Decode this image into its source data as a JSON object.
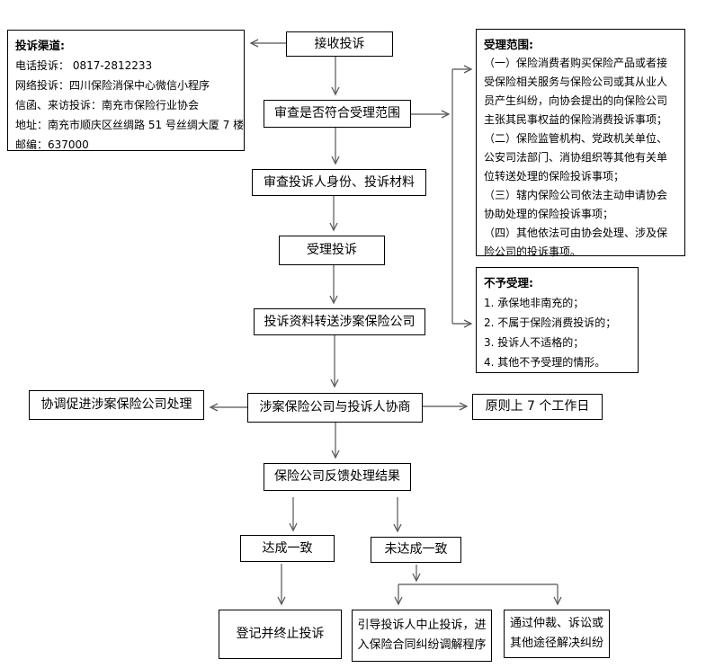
{
  "channels_box": {
    "title": "投诉渠道:",
    "lines": [
      "电话投诉： 0817-2812233",
      "网络投诉：四川保险消保中心微信小程序",
      "信函、来访投诉：南充市保险行业协会",
      "地址：南充市顺庆区丝绸路 51 号丝绸大厦 7 楼",
      "邮编：637000"
    ]
  },
  "scope_box": {
    "title": "受理范围:",
    "items": [
      "（一）保险消费者购买保险产品或者接受保险相关服务与保险公司或其从业人员产生纠纷，向协会提出的向保险公司主张其民事权益的保险消费投诉事项；",
      "（二）保险监管机构、党政机关单位、公安司法部门、消协组织等其他有关单位转送处理的保险投诉事项；",
      "（三）辖内保险公司依法主动申请协会协助处理的保险投诉事项；",
      "（四）其他依法可由协会处理、涉及保险公司的投诉事项。"
    ]
  },
  "reject_box": {
    "title": "不予受理:",
    "items": [
      "1. 承保地非南充的；",
      "2. 不属于保险消费投诉的；",
      "3. 投诉人不适格的；",
      "4. 其他不予受理的情形。"
    ]
  },
  "nodes": {
    "receive": "接收投诉",
    "check_scope": "审查是否符合受理范围",
    "check_identity": "审查投诉人身份、投诉材料",
    "accept": "受理投诉",
    "forward": "投诉资料转送涉案保险公司",
    "coordinate": "协调促进涉案保险公司处理",
    "negotiate": "涉案保险公司与投诉人协商",
    "deadline": "原则上 7 个工作日",
    "feedback": "保险公司反馈处理结果",
    "agreed": "达成一致",
    "not_agreed": "未达成一致",
    "register_end": "登记并终止投诉",
    "mediation": "引导投诉人中止投诉，进入保险合同纠纷调解程序",
    "arbitration": "通过仲裁、诉讼或其他途径解决纠纷"
  },
  "colors": {
    "background": "#ffffff",
    "border": "#000000",
    "text": "#000000",
    "connector": "#6e6e6e"
  }
}
